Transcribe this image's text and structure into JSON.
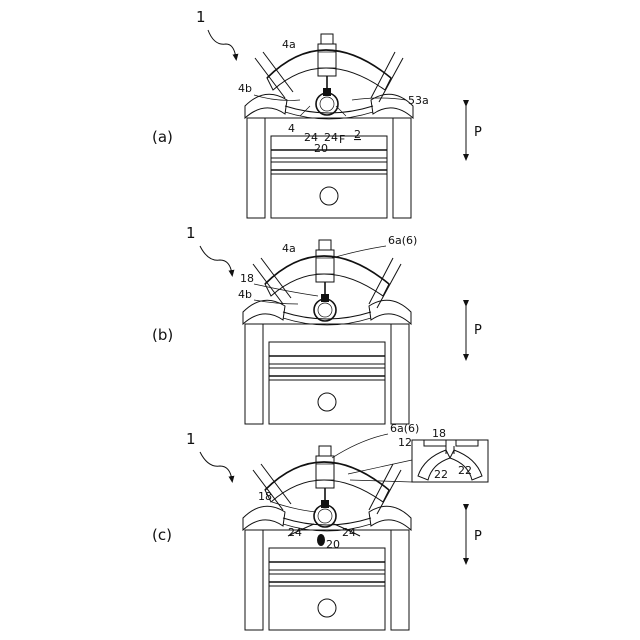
{
  "panels": [
    {
      "id": "a",
      "panel_label": "(a)",
      "ref_label": "1",
      "direction_label": "P",
      "labels": {
        "head": "4a",
        "head_lower": "4b",
        "seat": "53a",
        "chamber": "4",
        "nozzle_left": "24",
        "nozzle_right": "24",
        "fuel": "F",
        "cylinder": "2",
        "cap": "20"
      }
    },
    {
      "id": "b",
      "panel_label": "(b)",
      "ref_label": "1",
      "direction_label": "P",
      "labels": {
        "head": "4a",
        "injector": "6a(6)",
        "passage": "18",
        "head_lower": "4b"
      }
    },
    {
      "id": "c",
      "panel_label": "(c)",
      "ref_label": "1",
      "direction_label": "P",
      "labels": {
        "injector": "6a(6)",
        "passage": "18",
        "nozzle_left": "24",
        "nozzle_right": "24",
        "cap": "20"
      },
      "detail": {
        "top": "18",
        "left_top": "12",
        "left_bottom": "22",
        "right_bottom": "22"
      }
    }
  ]
}
